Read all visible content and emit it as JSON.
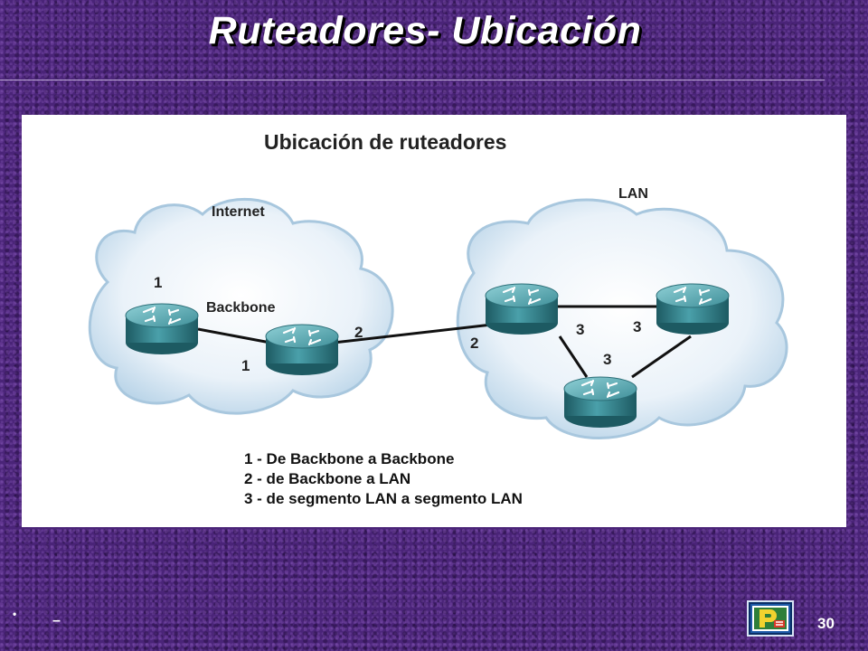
{
  "slide": {
    "title": "Ruteadores- Ubicación",
    "bullet_dot": "•",
    "bullet_dash": "–",
    "page_number": "30"
  },
  "diagram": {
    "title": "Ubicación de ruteadores",
    "cloud_labels": {
      "internet": "Internet",
      "lan": "LAN"
    },
    "backbone_label": "Backbone",
    "link_labels": {
      "router_a": "1",
      "router_b_left": "1",
      "router_b_right": "2",
      "lan_entry": "2",
      "lan_left": "3",
      "lan_right": "3",
      "lan_bottom": "3"
    },
    "legend": [
      "1 - De Backbone a Backbone",
      "2 - de Backbone a LAN",
      "3 - de segmento LAN a segmento LAN"
    ]
  },
  "colors": {
    "background": "#4a2478",
    "cloud_fill": "#eef4fa",
    "cloud_edge": "#9fc2dc",
    "router_teal": "#3f8f99",
    "router_dark": "#1d5a62"
  },
  "icons": {
    "router": "router-icon",
    "logo": "logo-icon"
  }
}
